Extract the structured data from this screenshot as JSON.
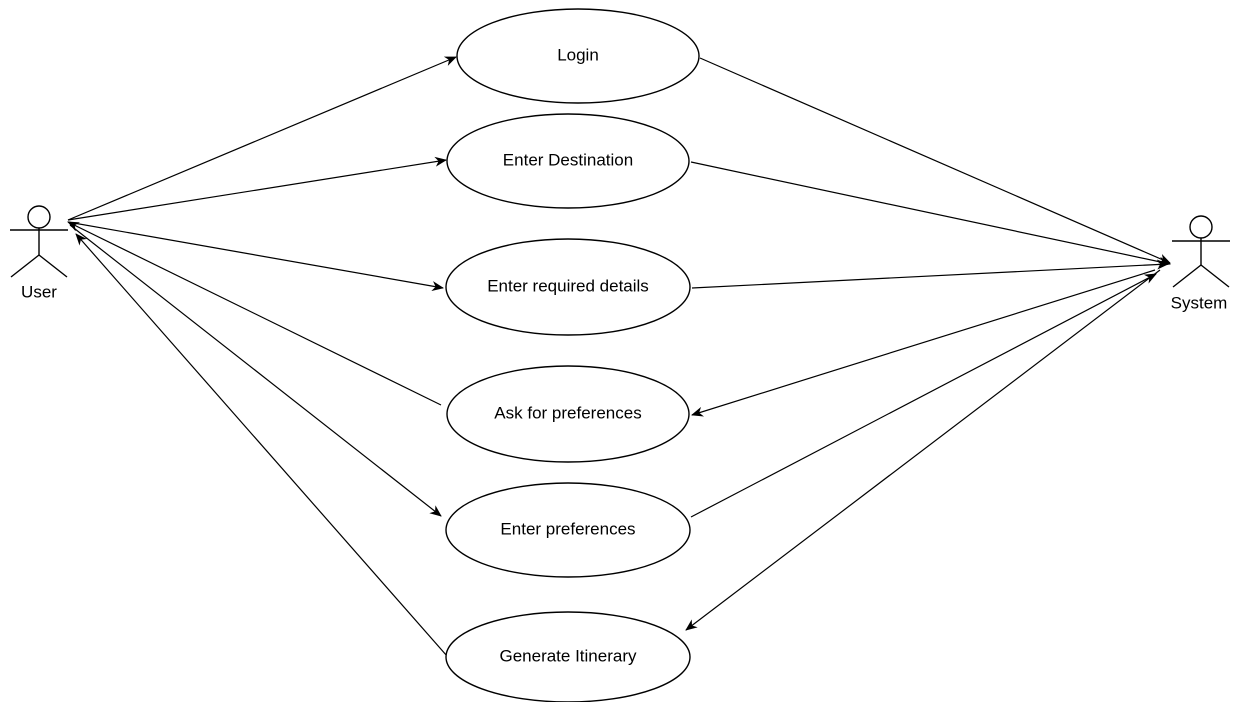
{
  "actors": {
    "user": {
      "label": "User"
    },
    "system": {
      "label": "System"
    }
  },
  "use_cases": [
    {
      "id": "login",
      "label": "Login"
    },
    {
      "id": "enter-destination",
      "label": "Enter Destination"
    },
    {
      "id": "enter-required-details",
      "label": "Enter required details"
    },
    {
      "id": "ask-for-preferences",
      "label": "Ask for preferences"
    },
    {
      "id": "enter-preferences",
      "label": "Enter preferences"
    },
    {
      "id": "generate-itinerary",
      "label": "Generate Itinerary"
    }
  ],
  "connections": [
    {
      "from": "user",
      "to": "login",
      "arrow_at": "to"
    },
    {
      "from": "user",
      "to": "enter-destination",
      "arrow_at": "to"
    },
    {
      "from": "user",
      "to": "enter-required-details",
      "arrow_at": "to"
    },
    {
      "from": "ask-for-preferences",
      "to": "user",
      "arrow_at": "to"
    },
    {
      "from": "user",
      "to": "enter-preferences",
      "arrow_at": "to"
    },
    {
      "from": "generate-itinerary",
      "to": "user",
      "arrow_at": "to"
    },
    {
      "from": "login",
      "to": "system",
      "arrow_at": "to"
    },
    {
      "from": "enter-destination",
      "to": "system",
      "arrow_at": "to"
    },
    {
      "from": "enter-required-details",
      "to": "system",
      "arrow_at": "to"
    },
    {
      "from": "system",
      "to": "ask-for-preferences",
      "arrow_at": "to"
    },
    {
      "from": "enter-preferences",
      "to": "system",
      "arrow_at": "to"
    },
    {
      "from": "system",
      "to": "generate-itinerary",
      "arrow_at": "to"
    }
  ]
}
